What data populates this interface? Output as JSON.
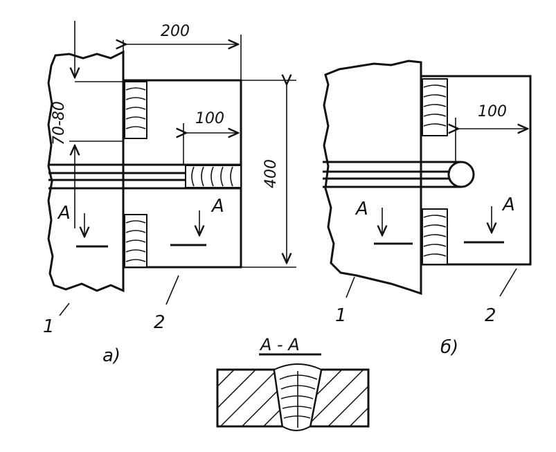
{
  "figure_a": {
    "dim_top": "200",
    "dim_left": "70-80",
    "dim_middle": "100",
    "dim_height": "400",
    "section_mark_left": "A",
    "section_mark_right": "A",
    "part_1": "1",
    "part_2": "2",
    "caption": "а)"
  },
  "figure_b": {
    "dim_middle": "100",
    "section_mark_left": "A",
    "section_mark_right": "A",
    "part_1": "1",
    "part_2": "2",
    "caption": "б)"
  },
  "section_view": {
    "title": "A - A"
  }
}
